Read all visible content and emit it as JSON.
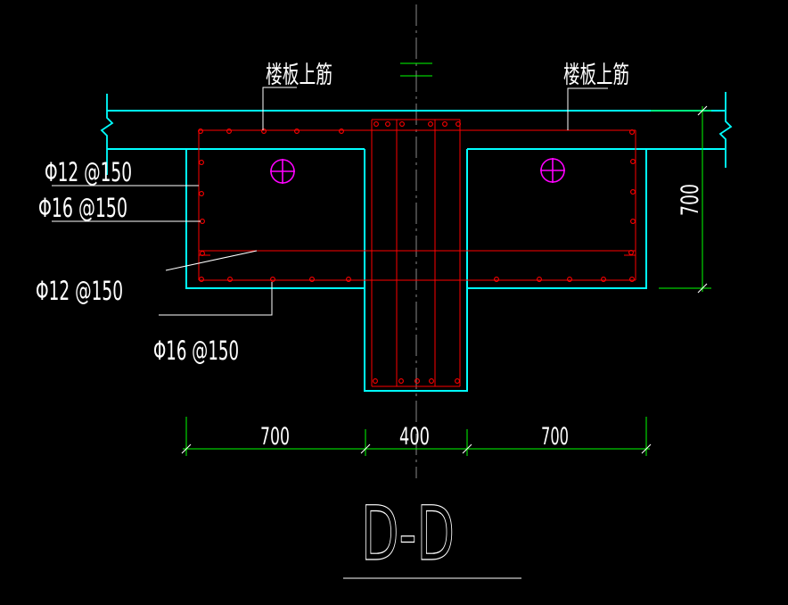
{
  "palette": {
    "background": "#000000",
    "concrete_outline": "#00FFFF",
    "rebar": "#FF0000",
    "dimension_lines": "#00FF00",
    "annotation_text": "#FFFFFF",
    "centerline": "#8A8A8A",
    "bar_symbol": "#FF00FF"
  },
  "annotations": {
    "slab_top_left": "楼板上筋",
    "slab_top_right": "楼板上筋",
    "top_bar": "Φ12 @150",
    "side_bar": "Φ16 @150",
    "mid_bar": "Φ12 @150",
    "bottom_bar": "Φ16 @150"
  },
  "dimensions": {
    "bottom_chain": [
      "700",
      "400",
      "700"
    ],
    "depth": "700"
  },
  "title": "D-D"
}
